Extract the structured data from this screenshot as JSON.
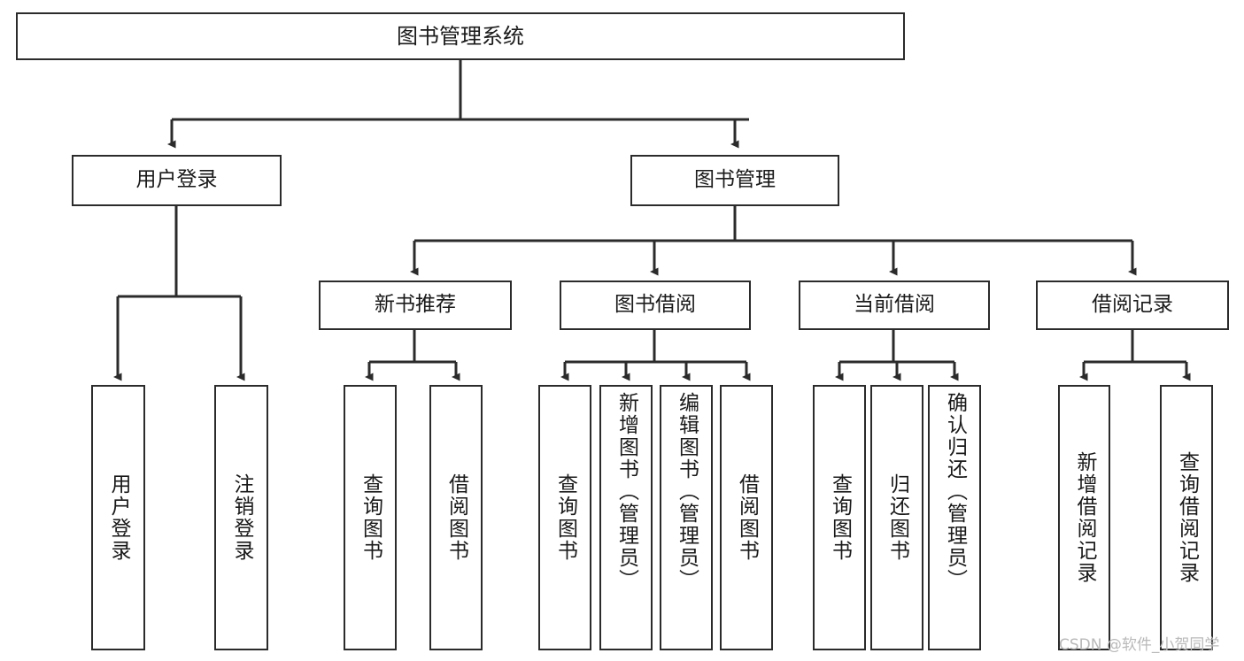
{
  "diagram": {
    "title": "图书管理系统",
    "type": "hierarchy-tree",
    "colors": {
      "stroke": "#2b2b2b",
      "fill": "#ffffff",
      "text": "#1a1a1a",
      "watermark": "#b9b9b9"
    },
    "levels": {
      "root": {
        "label": "图书管理系统"
      },
      "level2": [
        {
          "id": "user-login",
          "label": "用户登录"
        },
        {
          "id": "book-management",
          "label": "图书管理"
        }
      ],
      "level3": [
        {
          "id": "new-book-recommend",
          "label": "新书推荐"
        },
        {
          "id": "book-borrow",
          "label": "图书借阅"
        },
        {
          "id": "current-borrow",
          "label": "当前借阅"
        },
        {
          "id": "borrow-record",
          "label": "借阅记录"
        }
      ],
      "leaves": {
        "user-login": [
          {
            "id": "leaf-user-login",
            "label": "用户登录"
          },
          {
            "id": "leaf-user-logout",
            "label": "注销登录"
          }
        ],
        "new-book-recommend": [
          {
            "id": "leaf-query-book-1",
            "label": "查询图书"
          },
          {
            "id": "leaf-borrow-book-1",
            "label": "借阅图书"
          }
        ],
        "book-borrow": [
          {
            "id": "leaf-query-book-2",
            "label": "查询图书"
          },
          {
            "id": "leaf-add-book-admin",
            "label": "新增图书（管理员）"
          },
          {
            "id": "leaf-edit-book-admin",
            "label": "编辑图书（管理员）"
          },
          {
            "id": "leaf-borrow-book-2",
            "label": "借阅图书"
          }
        ],
        "current-borrow": [
          {
            "id": "leaf-query-book-3",
            "label": "查询图书"
          },
          {
            "id": "leaf-return-book",
            "label": "归还图书"
          },
          {
            "id": "leaf-confirm-return-admin",
            "label": "确认归还（管理员）"
          }
        ],
        "borrow-record": [
          {
            "id": "leaf-add-borrow-record",
            "label": "新增借阅记录"
          },
          {
            "id": "leaf-query-borrow-record",
            "label": "查询借阅记录"
          }
        ]
      }
    },
    "watermark": "CSDN @软件_小贺同学"
  }
}
